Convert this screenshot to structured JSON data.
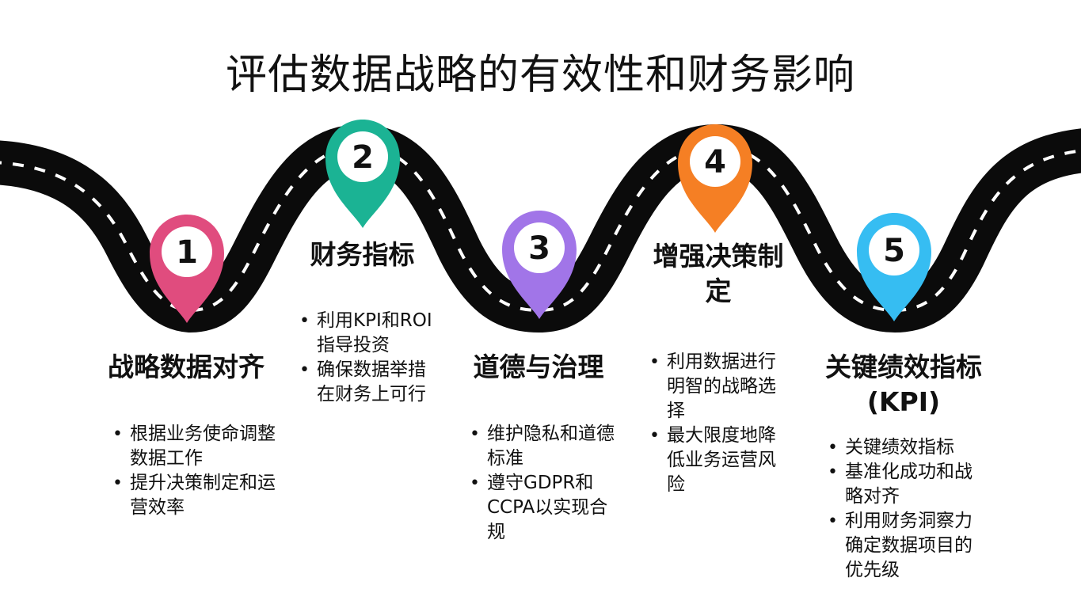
{
  "title": "评估数据战略的有效性和财务影响",
  "colors": {
    "road": "#0b0b0b",
    "lane_marking": "#ffffff",
    "pin1": "#e04c7e",
    "pin2": "#1bb394",
    "pin3": "#a175e8",
    "pin4": "#f57f24",
    "pin5": "#36bdf2"
  },
  "steps": [
    {
      "number": "1",
      "icon": "map-pin-icon",
      "heading": "战略数据对齐",
      "bullets": [
        "根据业务使命调整数据工作",
        "提升决策制定和运营效率"
      ]
    },
    {
      "number": "2",
      "icon": "map-pin-icon",
      "heading": "财务指标",
      "bullets": [
        "利用KPI和ROI指导投资",
        "确保数据举措在财务上可行"
      ]
    },
    {
      "number": "3",
      "icon": "map-pin-icon",
      "heading": "道德与治理",
      "bullets": [
        "维护隐私和道德标准",
        "遵守GDPR和CCPA以实现合规"
      ]
    },
    {
      "number": "4",
      "icon": "map-pin-icon",
      "heading": "增强决策制定",
      "bullets": [
        "利用数据进行明智的战略选择",
        "最大限度地降低业务运营风险"
      ]
    },
    {
      "number": "5",
      "icon": "map-pin-icon",
      "heading": "关键绩效指标(KPI)",
      "bullets": [
        "关键绩效指标",
        "基准化成功和战略对齐",
        "利用财务洞察力确定数据项目的优先级"
      ]
    }
  ]
}
